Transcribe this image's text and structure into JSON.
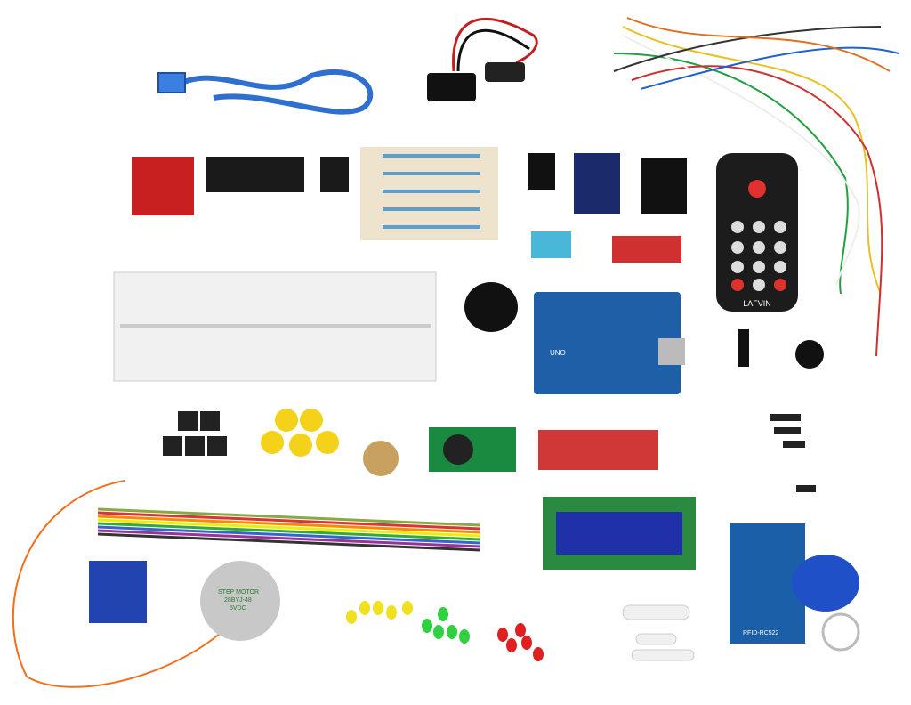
{
  "photo": {
    "remote_brand": "LAFVIN",
    "board_label": "UNO",
    "stepper_label": "STEP MOTOR",
    "stepper_model": "28BYJ-48",
    "stepper_voltage": "5VDC",
    "rfid_label": "RFID-RC522",
    "colors": {
      "usb_cable": "#2f6fd0",
      "board": "#1f5fa8",
      "breadboard": "#f1f1f1",
      "remote": "#1c1c1c",
      "buttons": "#f5d21a",
      "rfid_tag": "#2050c8"
    }
  }
}
